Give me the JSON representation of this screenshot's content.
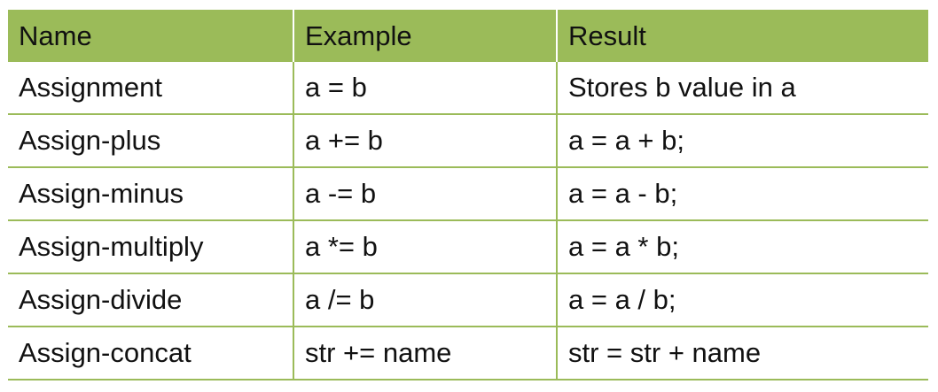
{
  "table": {
    "headers": [
      "Name",
      "Example",
      "Result"
    ],
    "rows": [
      [
        "Assignment",
        "a = b",
        "Stores b value in a"
      ],
      [
        "Assign-plus",
        "a += b",
        "a = a + b;"
      ],
      [
        "Assign-minus",
        "a -= b",
        "a = a - b;"
      ],
      [
        "Assign-multiply",
        "a *= b",
        "a = a * b;"
      ],
      [
        "Assign-divide",
        "a /= b",
        "a = a / b;"
      ],
      [
        "Assign-concat",
        "str += name",
        "str = str + name"
      ]
    ]
  },
  "colors": {
    "header_bg": "#9bbb59",
    "grid_line": "#9bbb59",
    "text": "#111111"
  }
}
